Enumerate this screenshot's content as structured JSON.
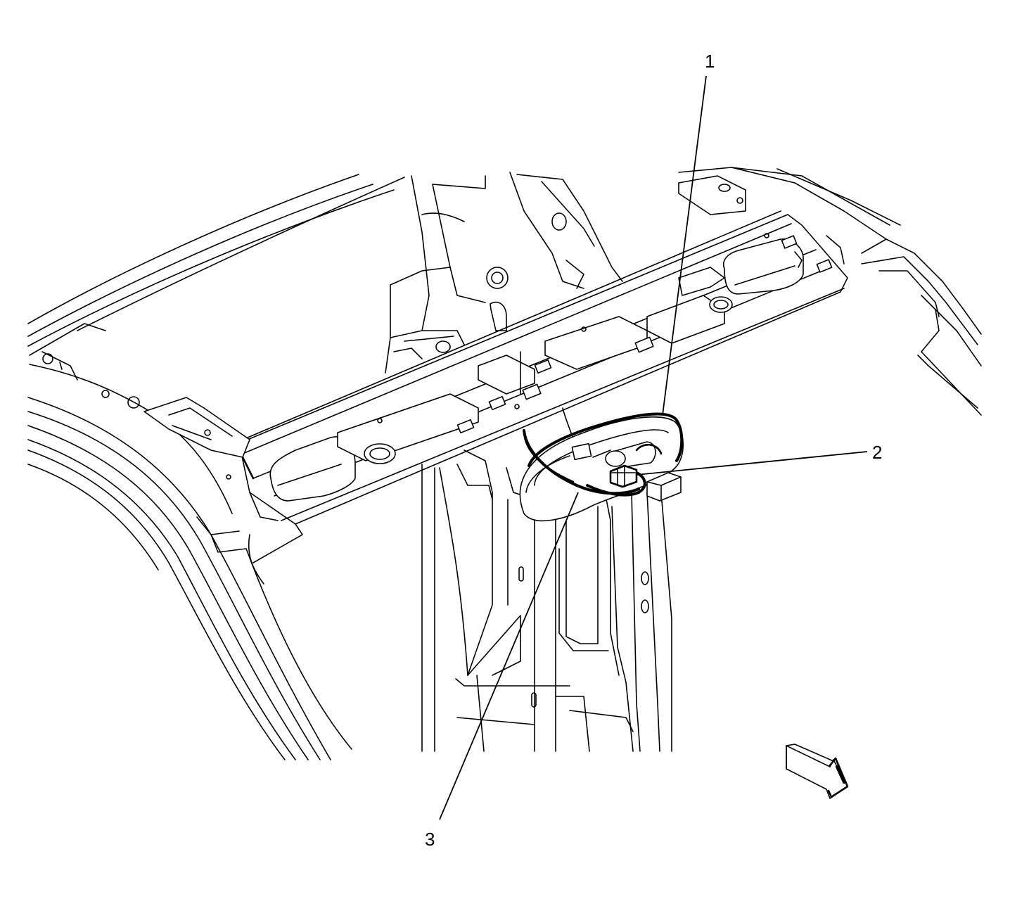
{
  "callouts": [
    {
      "label": "1"
    },
    {
      "label": "2"
    },
    {
      "label": "3"
    }
  ],
  "icons": {
    "view_direction": "view-direction-arrow-icon"
  },
  "colors": {
    "line": "#000000",
    "background": "#ffffff"
  }
}
